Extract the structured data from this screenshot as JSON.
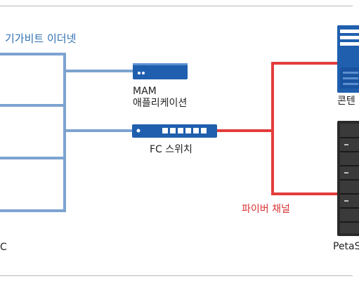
{
  "colors": {
    "ethernet": "#7da3d0",
    "fiber": "#e33d3d",
    "device_blue": "#1f5fae",
    "storage_dark": "#2a2a2a"
  },
  "labels": {
    "gigabit_ethernet": "기가비트 이더넷",
    "mam_line1": "MAM",
    "mam_line2": "애플리케이션",
    "fc_switch": "FC 스위치",
    "fibre_channel": "파이버 채널",
    "content_server": "콘텐",
    "petastore": "PetaS",
    "client_fragment": "C"
  },
  "icons": {
    "mam_server": "rack-server-icon",
    "fc_switch": "network-switch-icon",
    "content_server": "tower-server-icon",
    "storage": "storage-array-icon"
  }
}
